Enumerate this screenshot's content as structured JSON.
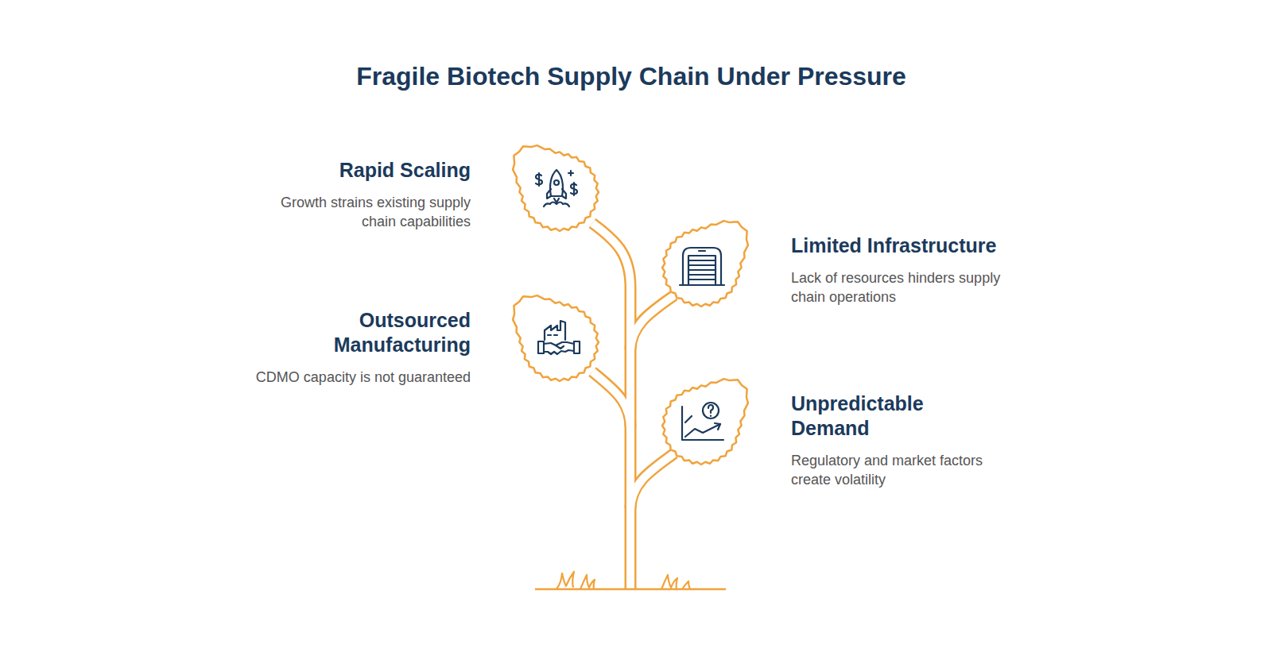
{
  "diagram": {
    "title": "Fragile Biotech Supply Chain Under Pressure",
    "nodes": [
      {
        "text": [
          "Rapid Scaling",
          "Growth strains existing supply chain capabilities"
        ]
      },
      {
        "text": [
          "Limited Infrastructure",
          "Lack of resources hinders supply chain operations"
        ]
      },
      {
        "text": [
          "Outsourced Manufacturing",
          "CDMO capacity is not guaranteed"
        ]
      },
      {
        "text": [
          "Unpredictable Demand",
          "Regulatory and market factors create volatility"
        ]
      }
    ]
  }
}
